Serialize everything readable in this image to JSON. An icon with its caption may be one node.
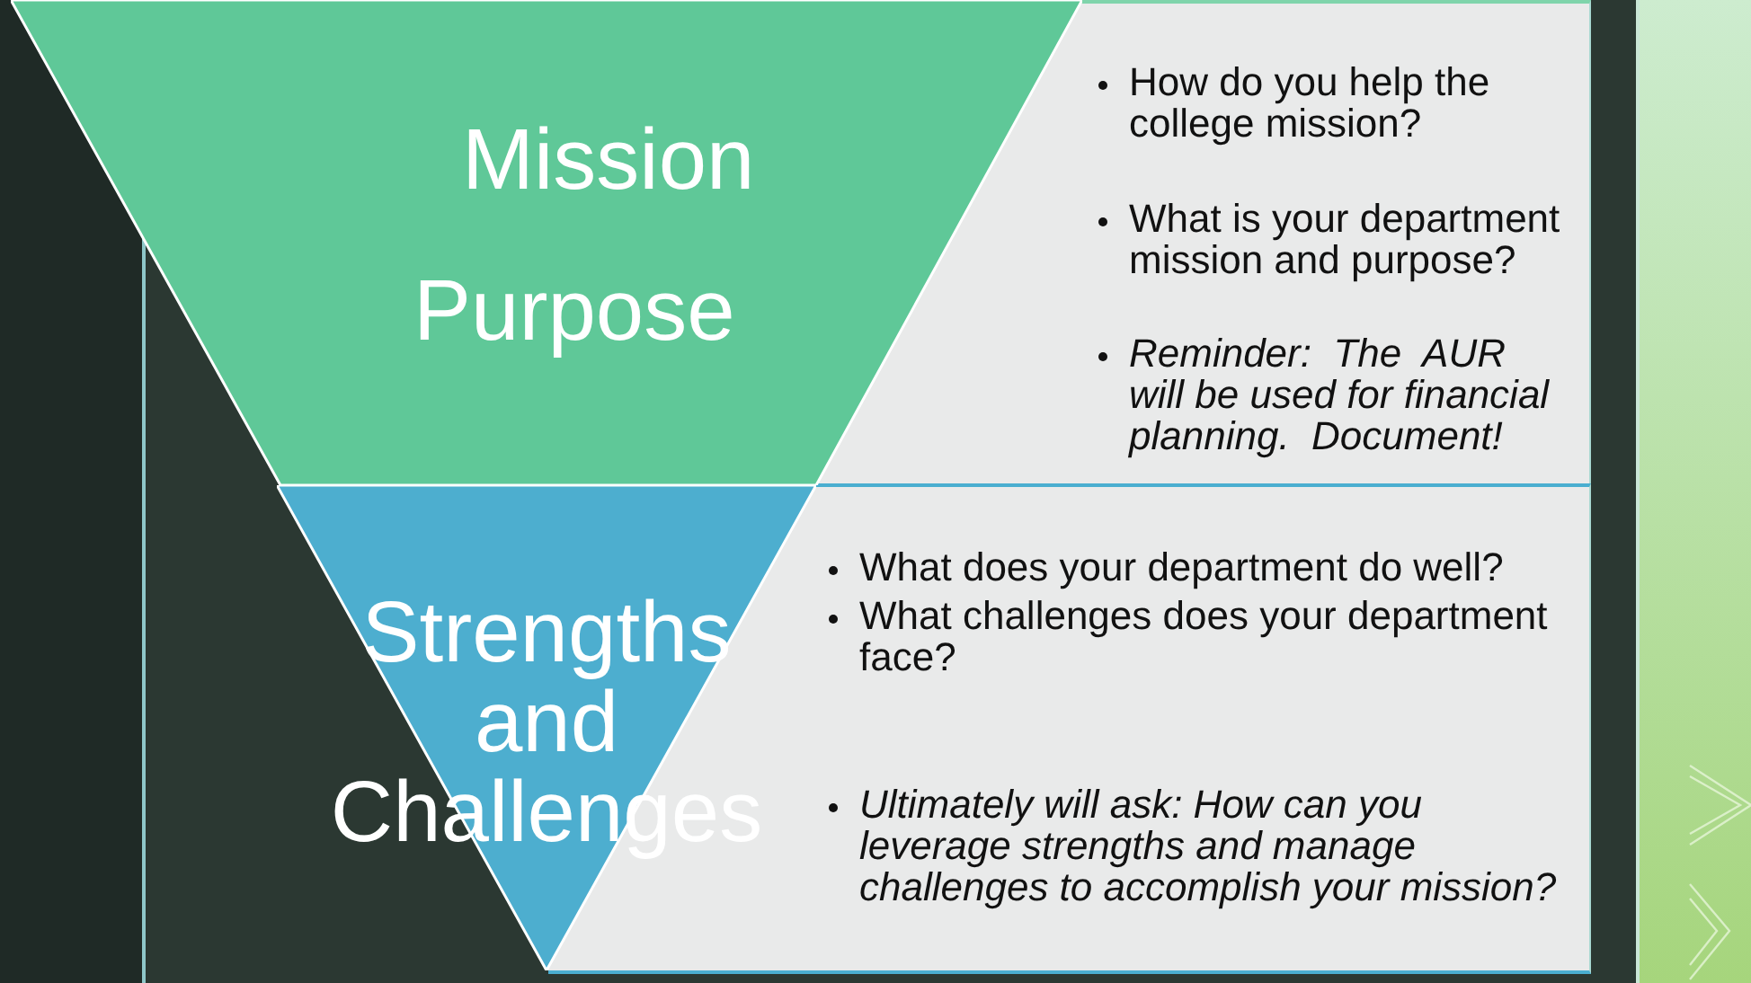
{
  "diagram": {
    "nodes": [
      {
        "text": [
          "Mission",
          "Purpose"
        ]
      },
      {
        "text": [
          "How do you help the college mission?",
          "What is your department mission and purpose?",
          "Reminder:  The  AUR will be used for financial planning.  Document!"
        ]
      },
      {
        "text": [
          "Strengths and Challenges"
        ]
      },
      {
        "text": [
          "What does your department do well?",
          "What challenges does your department face?",
          "Ultimately will ask: How can you leverage strengths and manage challenges to accomplish your mission?"
        ]
      }
    ]
  }
}
